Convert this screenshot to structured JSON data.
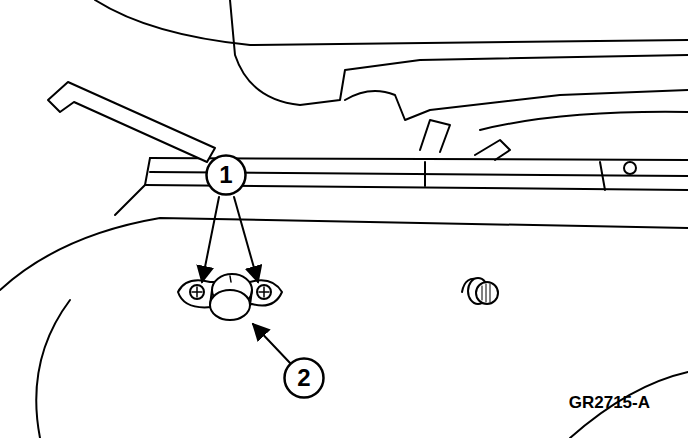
{
  "diagram": {
    "nodes": [
      {
        "text": [
          "1"
        ]
      },
      {
        "text": [
          "2"
        ]
      }
    ],
    "labels": [
      "GR2715-A"
    ]
  }
}
